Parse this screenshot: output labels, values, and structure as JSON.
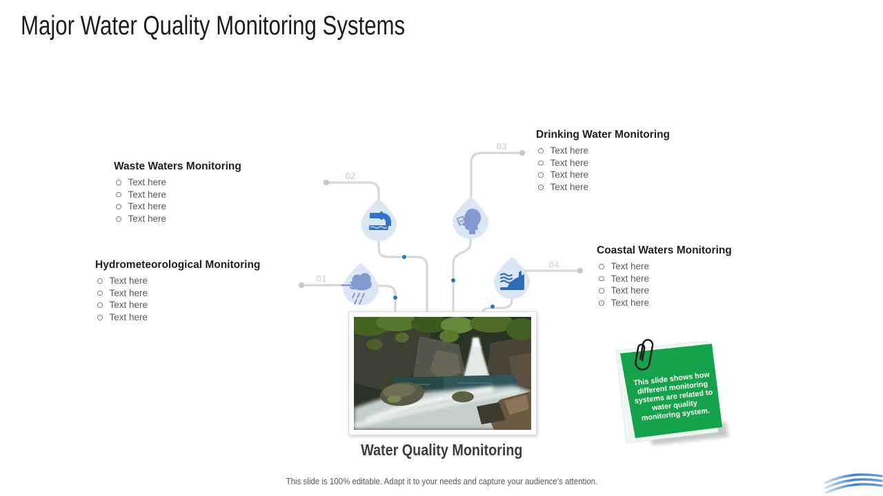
{
  "slide": {
    "title": "Major Water Quality Monitoring Systems",
    "caption": "Water Quality Monitoring",
    "footer": "This slide is 100% editable. Adapt it to your needs and capture your audience's attention."
  },
  "sections": {
    "waste": {
      "heading": "Waste Waters Monitoring",
      "items": [
        "Text here",
        "Text here",
        "Text here",
        "Text here"
      ]
    },
    "hydro": {
      "heading": "Hydrometeorological Monitoring",
      "items": [
        "Text here",
        "Text here",
        "Text here",
        "Text here"
      ]
    },
    "drinking": {
      "heading": "Drinking Water Monitoring",
      "items": [
        "Text here",
        "Text here",
        "Text here",
        "Text here"
      ]
    },
    "coastal": {
      "heading": "Coastal Waters Monitoring",
      "items": [
        "Text here",
        "Text here",
        "Text here",
        "Text here"
      ]
    }
  },
  "diagram": {
    "labels": {
      "one": "01",
      "two": "02",
      "three": "03",
      "four": "04"
    }
  },
  "note": {
    "text": "This slide shows how different monitoring systems are related to water quality monitoring system."
  },
  "colors": {
    "accent_blue": "#2e74b5",
    "drop_fill": "#dce7f5",
    "icon_blue_dark": "#3474c4",
    "icon_blue_light": "#8397d1",
    "connector_gray": "#d7d7d7",
    "note_green": "#15a24b"
  }
}
